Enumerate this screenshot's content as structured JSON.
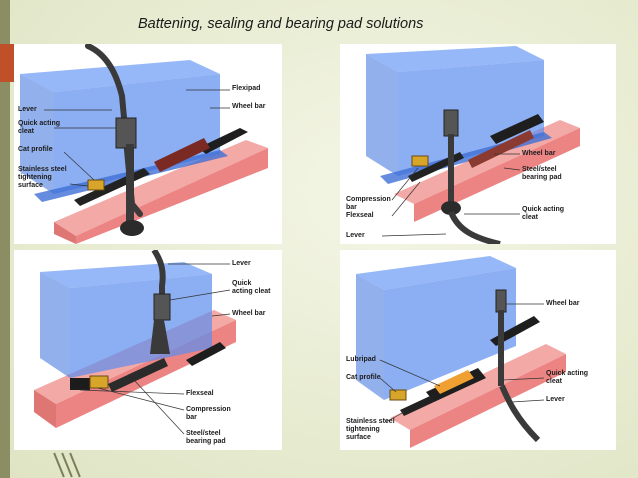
{
  "slide": {
    "title": "Battening, sealing and bearing pad solutions"
  },
  "panels": {
    "top_left": {
      "labels": {
        "flexipad": "Flexipad",
        "wheel_bar": "Wheel bar",
        "lever": "Lever",
        "quick_acting_1": "Quick acting",
        "quick_acting_2": "cleat",
        "cat_profile": "Cat profile",
        "stainless_1": "Stainless steel",
        "stainless_2": "tightening",
        "stainless_3": "surface"
      }
    },
    "top_right": {
      "labels": {
        "wheel_bar": "Wheel bar",
        "steel_pad_1": "Steel/steel",
        "steel_pad_2": "bearing pad",
        "compression_1": "Compression",
        "compression_2": "bar",
        "flexseal": "Flexseal",
        "quick_acting_1": "Quick acting",
        "quick_acting_2": "cleat",
        "lever": "Lever"
      }
    },
    "bottom_left": {
      "labels": {
        "lever": "Lever",
        "quick_1": "Quick",
        "quick_2": "acting cleat",
        "wheel_bar": "Wheel bar",
        "flexseal": "Flexseal",
        "compression_1": "Compression",
        "compression_2": "bar",
        "steel_pad_1": "Steel/steel",
        "steel_pad_2": "bearing pad"
      }
    },
    "bottom_right": {
      "labels": {
        "wheel_bar": "Wheel bar",
        "lubripad": "Lubripad",
        "cat_profile": "Cat profile",
        "quick_acting_1": "Quick acting",
        "quick_acting_2": "cleat",
        "lever": "Lever",
        "stainless_1": "Stainless steel",
        "stainless_2": "tightening",
        "stainless_3": "surface"
      }
    }
  },
  "colors": {
    "accent": "#c0502a",
    "girder_blue": "#5b8df0",
    "rail_red": "#f08a8a",
    "wheel_bar_dark": "#1e1e1e"
  }
}
